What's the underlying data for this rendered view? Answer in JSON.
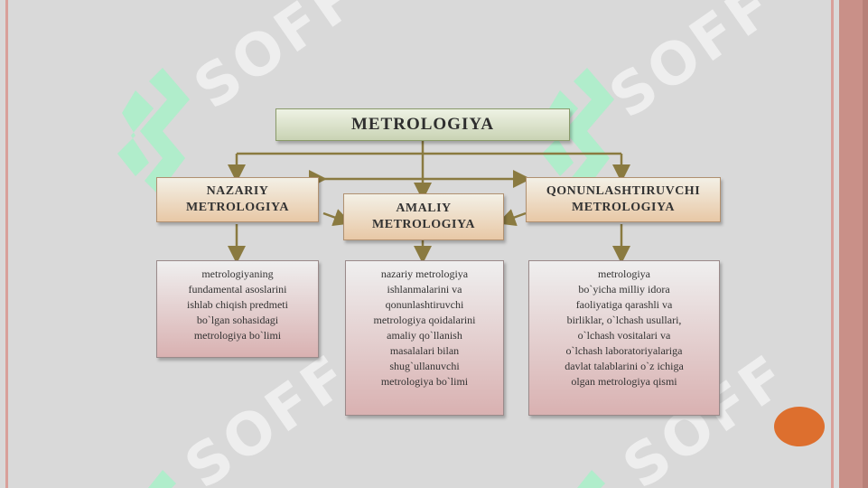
{
  "diagram": {
    "title": "METROLOGIYA",
    "branches": [
      {
        "heading_line1": "NAZARIY",
        "heading_line2": "METROLOGIYA",
        "description": [
          "metrologiyaning",
          "fundamental asoslarini",
          "ishlab chiqish predmeti",
          "bo`lgan sohasidagi",
          "metrologiya bo`limi"
        ]
      },
      {
        "heading_line1": "AMALIY",
        "heading_line2": "METROLOGIYA",
        "description": [
          "nazariy metrologiya",
          "ishlanmalarini va",
          "qonunlashtiruvchi",
          "metrologiya qoidalarini",
          "amaliy qo`llanish",
          "masalalari bilan",
          "shug`ullanuvchi",
          "metrologiya bo`limi"
        ]
      },
      {
        "heading_line1": "QONUNLASHTIRUVCHI",
        "heading_line2": "METROLOGIYA",
        "description": [
          "metrologiya",
          "bo`yicha milliy idora",
          "faoliyatiga qarashli va",
          "birliklar, o`lchash usullari,",
          "o`lchash vositalari va",
          "o`lchash laboratoriyalariga",
          "davlat talablarini o`z ichiga",
          "olgan metrologiya qismi"
        ]
      }
    ]
  },
  "watermark": {
    "text": "SOFF"
  },
  "colors": {
    "frame": "#d9a09a",
    "accent_button": "#dd6f2e",
    "logo_green": "#a8f0c8"
  }
}
